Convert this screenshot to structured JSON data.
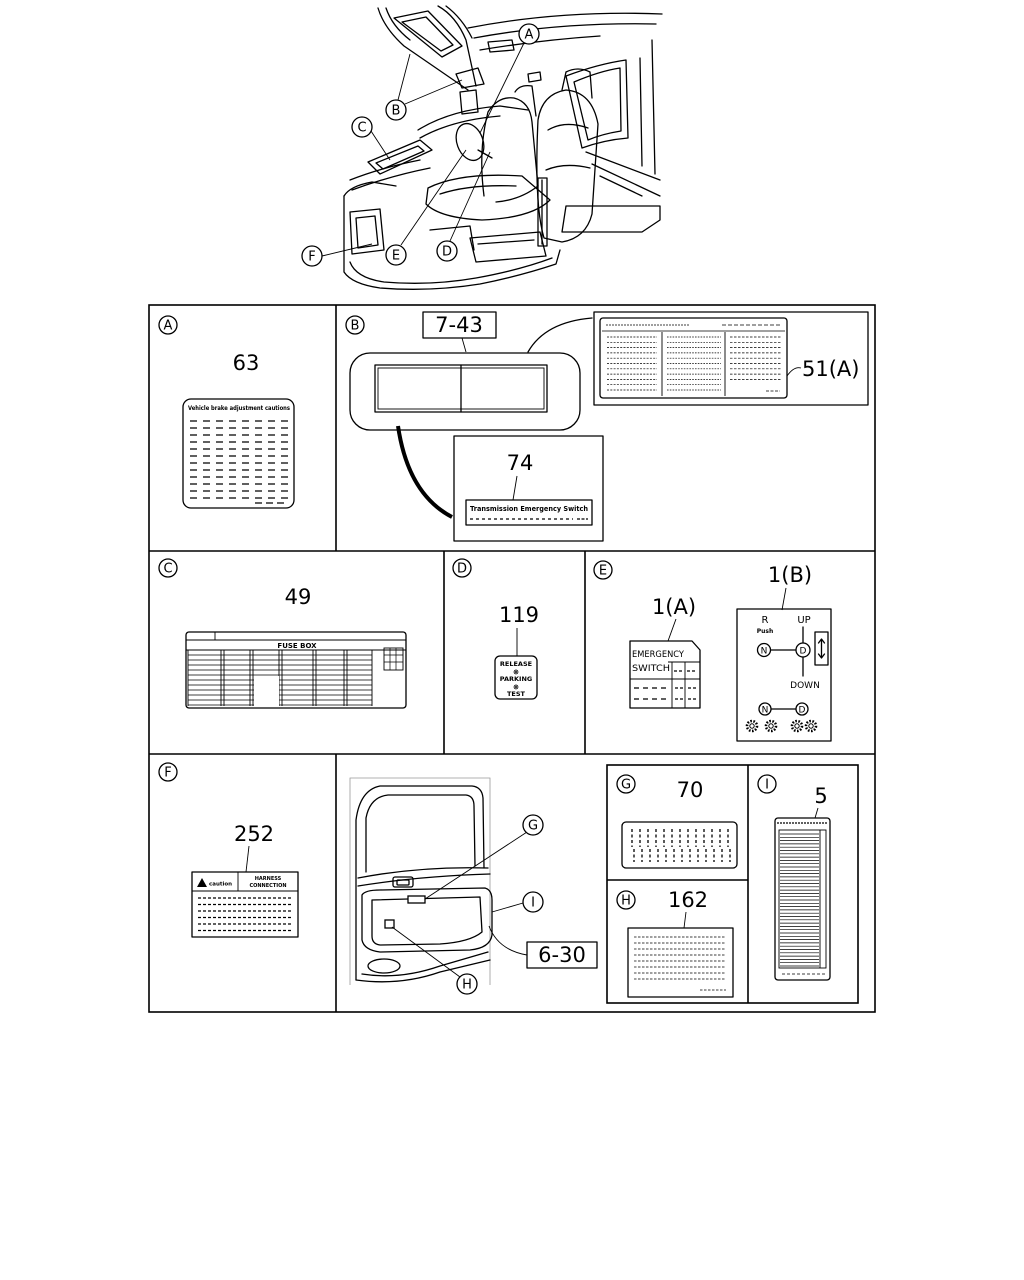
{
  "overview": {
    "callouts": {
      "a": "A",
      "b": "B",
      "c": "C",
      "d": "D",
      "e": "E",
      "f": "F"
    }
  },
  "panel_a": {
    "callout": "A",
    "part_no": "63",
    "label_title": "Vehicle brake adjustment cautions"
  },
  "panel_b": {
    "callout": "B",
    "ref": "7-43",
    "part_51": "51(A)",
    "part_74": "74",
    "label_74_title": "Transmission Emergency Switch"
  },
  "panel_c": {
    "callout": "C",
    "part_no": "49",
    "label_title": "FUSE BOX"
  },
  "panel_d": {
    "callout": "D",
    "part_no": "119",
    "label_lines": [
      "RELEASE",
      "PARKING",
      "TEST"
    ]
  },
  "panel_e": {
    "callout": "E",
    "part_1a": "1(A)",
    "part_1b": "1(B)",
    "label_1a_lines": [
      "EMERGENCY",
      "SWITCH"
    ],
    "label_1b": {
      "r": "R",
      "push": "Push",
      "up": "UP",
      "down": "DOWN",
      "n": "N",
      "d": "D"
    }
  },
  "panel_f": {
    "callout": "F",
    "part_no": "252",
    "caution": "caution",
    "title_lines": [
      "HARNESS",
      "CONNECTION"
    ]
  },
  "panel_door": {
    "callouts": {
      "g": "G",
      "h": "H",
      "i": "I"
    },
    "ref": "6-30"
  },
  "panel_g": {
    "callout": "G",
    "part_no": "70"
  },
  "panel_h": {
    "callout": "H",
    "part_no": "162"
  },
  "panel_i": {
    "callout": "I",
    "part_no": "5"
  }
}
